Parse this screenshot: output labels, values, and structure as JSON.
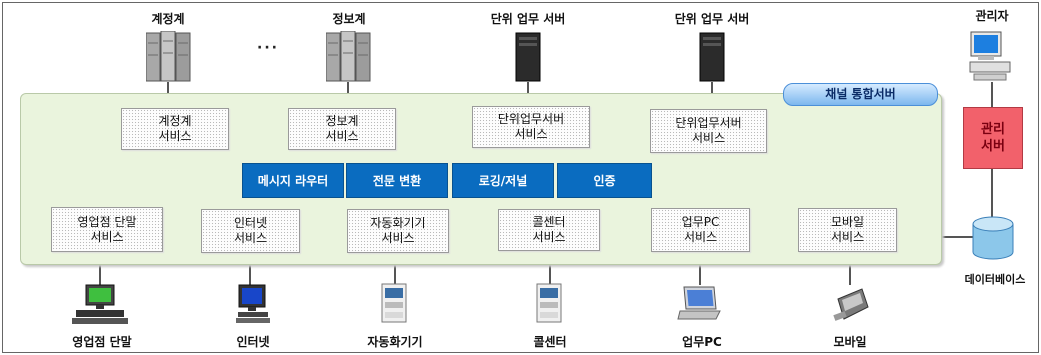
{
  "top_labels": {
    "account": "계정계",
    "info": "정보계",
    "unit_server_1": "단위 업무 서버",
    "unit_server_2": "단위 업무 서버",
    "admin": "관리자"
  },
  "ellipsis": "···",
  "channel_title": "채널 통합서버",
  "services_top": [
    {
      "line1": "계정계",
      "line2": "서비스"
    },
    {
      "line1": "정보계",
      "line2": "서비스"
    },
    {
      "line1": "단위업무서버",
      "line2": "서비스"
    },
    {
      "line1": "단위업무서버",
      "line2": "서비스"
    }
  ],
  "core_functions": [
    "메시지 라우터",
    "전문 변환",
    "로깅/저널",
    "인증"
  ],
  "services_bottom": [
    {
      "line1": "영업점 단말",
      "line2": "서비스"
    },
    {
      "line1": "인터넷",
      "line2": "서비스"
    },
    {
      "line1": "자동화기기",
      "line2": "서비스"
    },
    {
      "line1": "콜센터",
      "line2": "서비스"
    },
    {
      "line1": "업무PC",
      "line2": "서비스"
    },
    {
      "line1": "모바일",
      "line2": "서비스"
    }
  ],
  "management_server": {
    "line1": "관리",
    "line2": "서버"
  },
  "database_label": "데이터베이스",
  "bottom_labels": [
    "영업점 단말",
    "인터넷",
    "자동화기기",
    "콜센터",
    "업무PC",
    "모바일"
  ],
  "colors": {
    "channel_bg": "#eaf4dd",
    "function_blue": "#0a6cc0",
    "management_red": "#f2616b",
    "title_pill": "#7db7ee"
  }
}
